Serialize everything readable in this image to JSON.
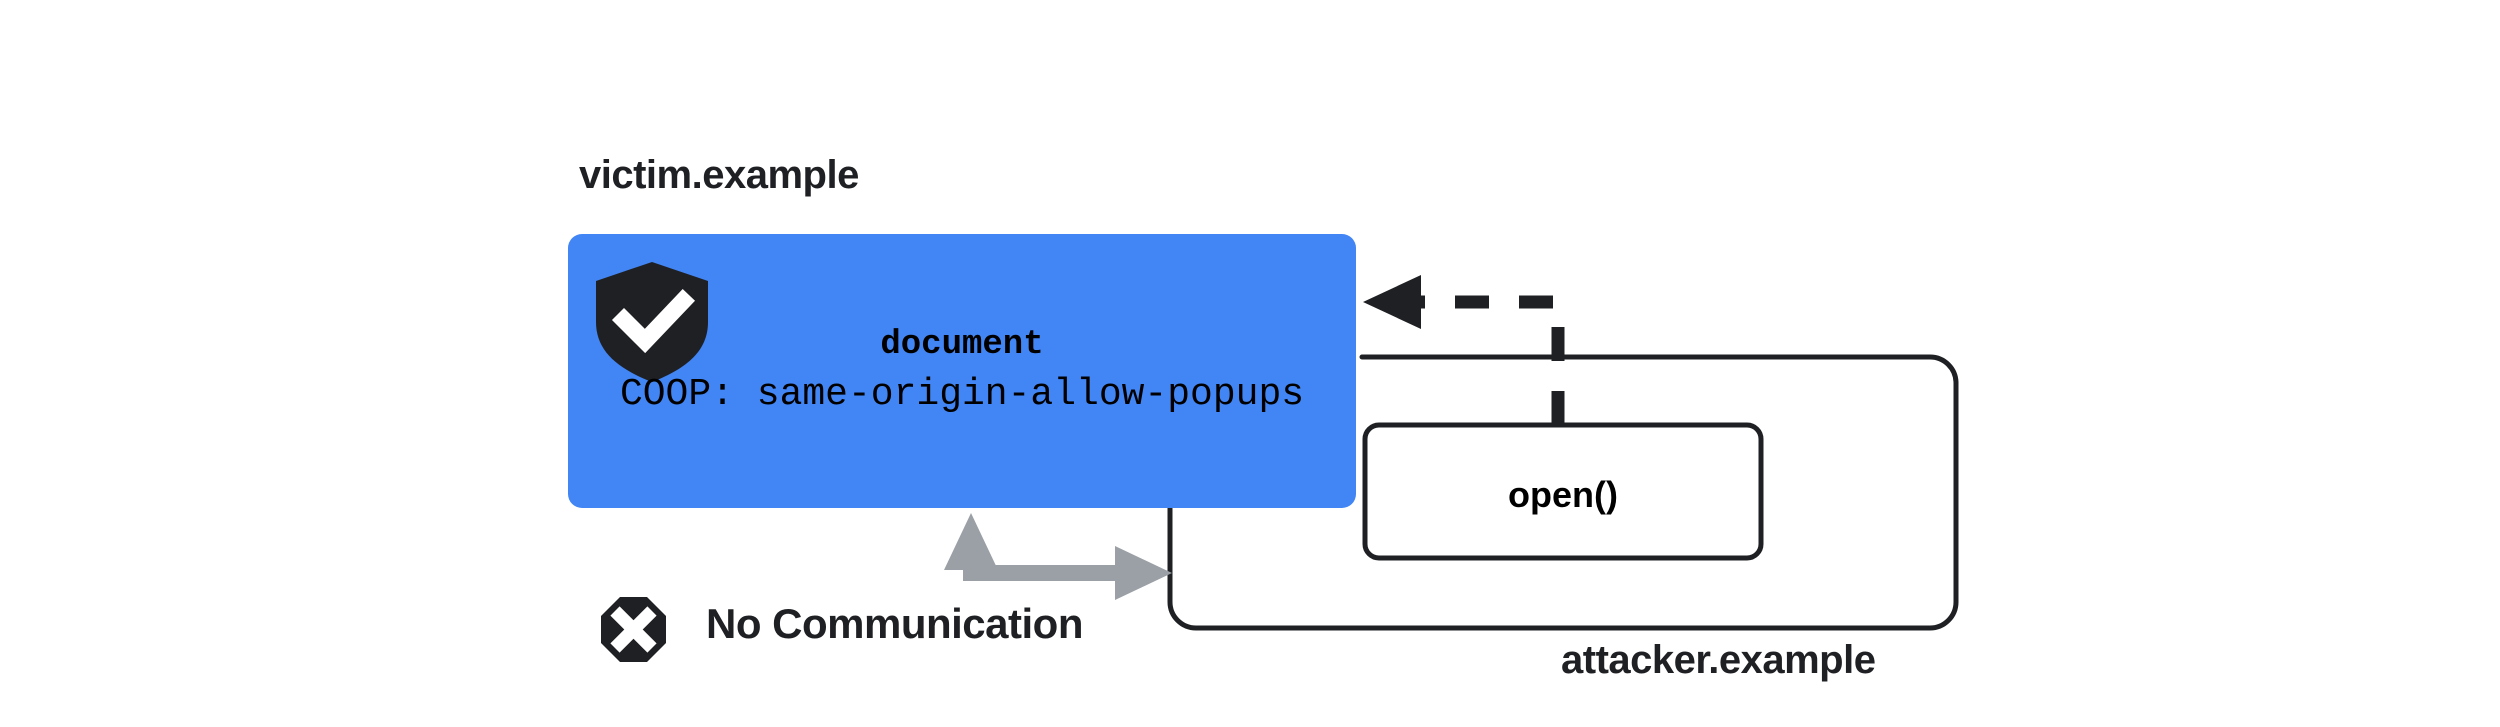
{
  "diagram": {
    "type": "security-architecture-diagram",
    "title_victim": "victim.example",
    "title_attacker": "attacker.example",
    "colors": {
      "victim_box_fill": "#4285f4",
      "stroke_dark": "#1f2023",
      "gray_arrow": "#9aa0a6",
      "page_background": "#ffffff",
      "icon_check": "#ffffff"
    },
    "victim": {
      "label": "victim.example",
      "document_label": "document",
      "coop_header": "COOP: same-origin-allow-popups",
      "shield_icon": "shield-check-icon"
    },
    "attacker": {
      "label": "attacker.example",
      "popup_label": "open()"
    },
    "relations": {
      "no_communication_label": "No Communication",
      "no_communication_icon": "octagon-x-icon",
      "open_call_arrow": "dashed-arrow-open-to-victim",
      "blocked_arrow": "gray-double-arrow-no-communication"
    }
  }
}
